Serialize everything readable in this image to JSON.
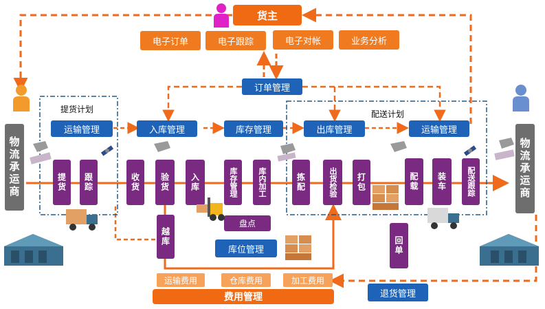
{
  "shipper": {
    "label": "货主"
  },
  "shipper_services": [
    "电子订单",
    "电子跟踪",
    "电子对帐",
    "业务分析"
  ],
  "order_mgmt": "订单管理",
  "pickup_plan": "提货计划",
  "delivery_plan": "配送计划",
  "blue_row": {
    "transport_left": "运输管理",
    "inbound": "入库管理",
    "inventory": "库存管理",
    "outbound": "出库管理",
    "transport_right": "运输管理"
  },
  "carrier_left": "物流承运商",
  "carrier_right": "物流承运商",
  "process": {
    "pickup": "提货",
    "track": "跟踪",
    "receive": "收货",
    "inspect": "验货",
    "store_in": "入库",
    "inventory_mgmt": "库存管理",
    "processing": "库内加工",
    "picking": "拣配",
    "ship_check": "出货检验",
    "packing": "打包",
    "loading_plan": "配载",
    "loading": "装车",
    "delivery_track": "配送跟踪",
    "crossdock": "越库",
    "return_receipt": "回单"
  },
  "stocktake": "盘点",
  "location_mgmt": "库位管理",
  "fees": [
    "运输费用",
    "仓库费用",
    "加工费用"
  ],
  "fee_mgmt": "费用管理",
  "return_mgmt": "退货管理",
  "colors": {
    "orange": "#f07a1f",
    "blue": "#1e63b8",
    "purple": "#7a2a80",
    "grey": "#6e6e6e",
    "arrow": "#ef6a1a"
  }
}
